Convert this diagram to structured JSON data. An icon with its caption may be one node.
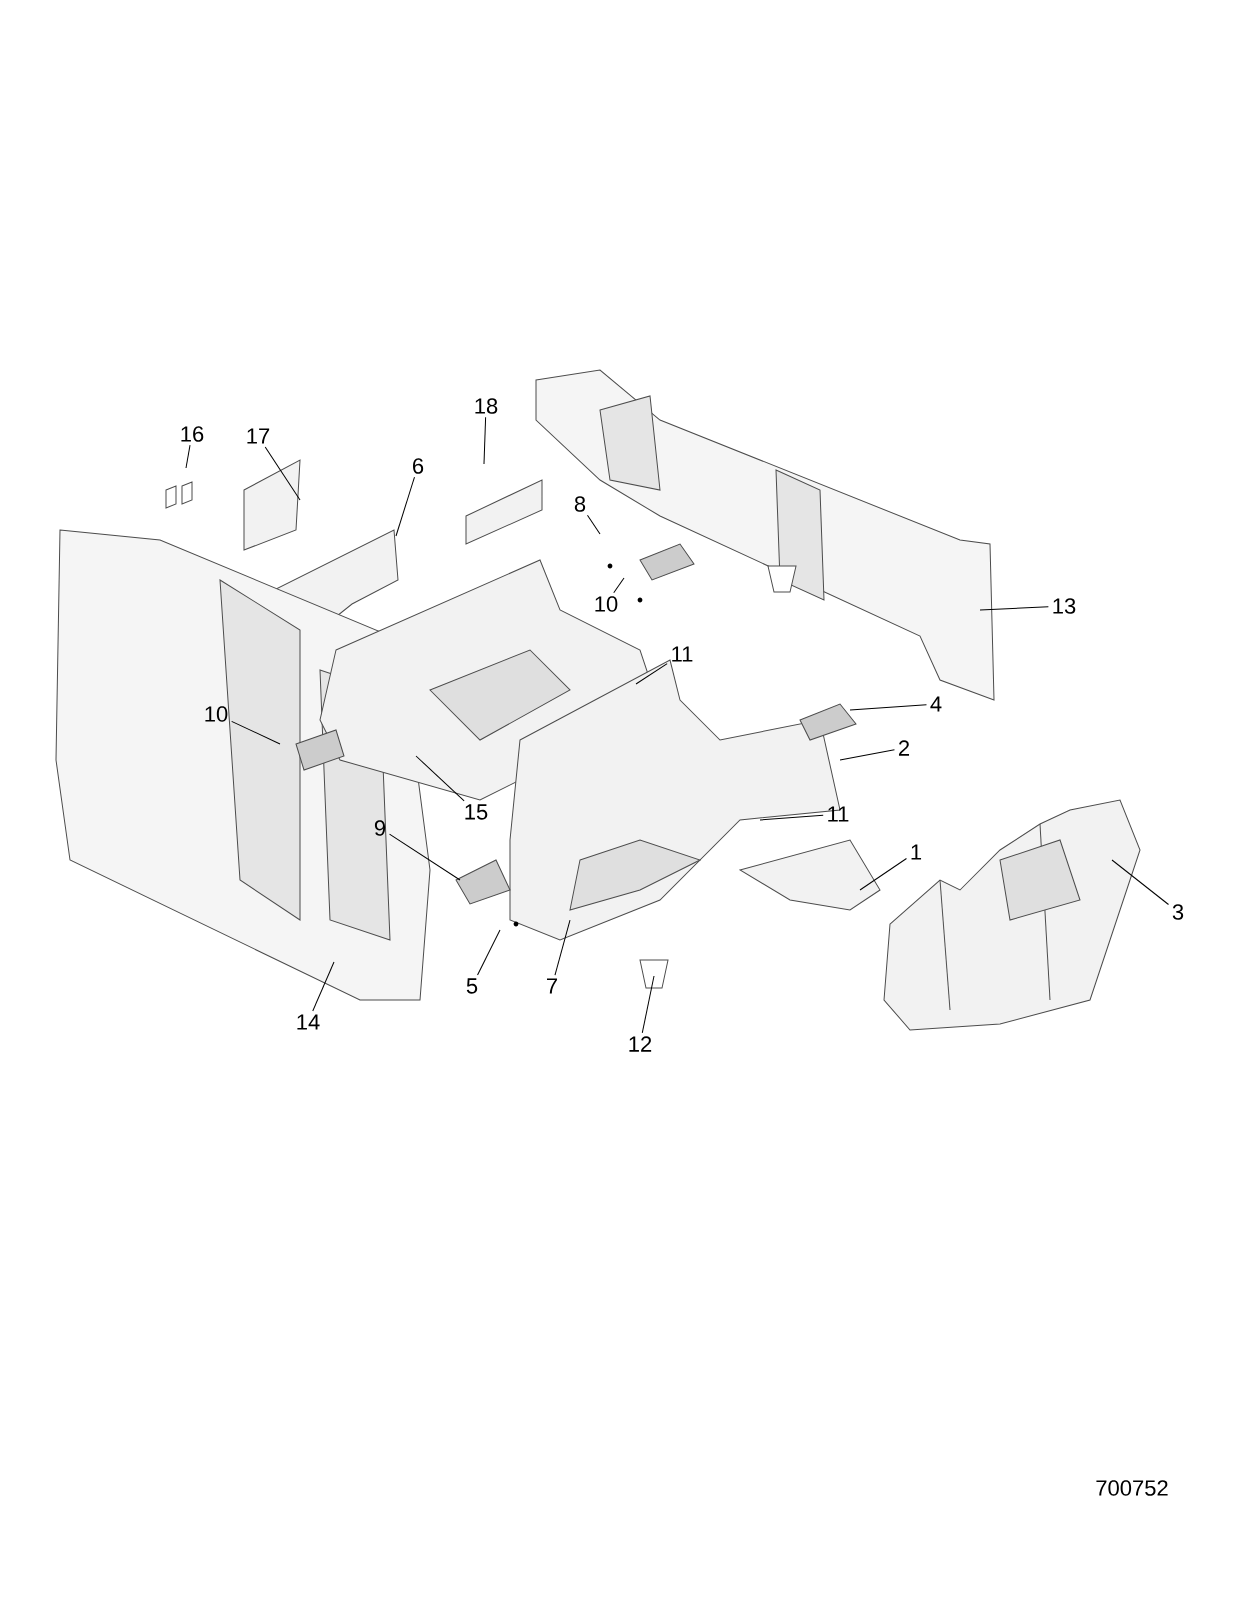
{
  "diagram": {
    "nodes": [
      {
        "text": [
          "16"
        ]
      },
      {
        "text": [
          "17"
        ]
      },
      {
        "text": [
          "6"
        ]
      },
      {
        "text": [
          "18"
        ]
      },
      {
        "text": [
          "8"
        ]
      },
      {
        "text": [
          "10"
        ]
      },
      {
        "text": [
          "13"
        ]
      },
      {
        "text": [
          "11"
        ]
      },
      {
        "text": [
          "4"
        ]
      },
      {
        "text": [
          "10"
        ]
      },
      {
        "text": [
          "2"
        ]
      },
      {
        "text": [
          "15"
        ]
      },
      {
        "text": [
          "11"
        ]
      },
      {
        "text": [
          "1"
        ]
      },
      {
        "text": [
          "9"
        ]
      },
      {
        "text": [
          "3"
        ]
      },
      {
        "text": [
          "5"
        ]
      },
      {
        "text": [
          "7"
        ]
      },
      {
        "text": [
          "14"
        ]
      },
      {
        "text": [
          "12"
        ]
      }
    ],
    "edges": [
      {
        "from": 0,
        "to": null,
        "arrow": "none"
      },
      {
        "from": 1,
        "to": null,
        "arrow": "none"
      },
      {
        "from": 2,
        "to": null,
        "arrow": "none"
      },
      {
        "from": 3,
        "to": null,
        "arrow": "none"
      },
      {
        "from": 4,
        "to": null,
        "arrow": "none"
      },
      {
        "from": 5,
        "to": null,
        "arrow": "none"
      },
      {
        "from": 6,
        "to": null,
        "arrow": "none"
      },
      {
        "from": 7,
        "to": null,
        "arrow": "none"
      },
      {
        "from": 8,
        "to": null,
        "arrow": "none"
      },
      {
        "from": 9,
        "to": null,
        "arrow": "none"
      },
      {
        "from": 10,
        "to": null,
        "arrow": "none"
      },
      {
        "from": 11,
        "to": null,
        "arrow": "none"
      },
      {
        "from": 12,
        "to": null,
        "arrow": "none"
      },
      {
        "from": 13,
        "to": null,
        "arrow": "none"
      },
      {
        "from": 14,
        "to": null,
        "arrow": "none"
      },
      {
        "from": 15,
        "to": null,
        "arrow": "none"
      },
      {
        "from": 16,
        "to": null,
        "arrow": "none"
      },
      {
        "from": 17,
        "to": null,
        "arrow": "none"
      },
      {
        "from": 18,
        "to": null,
        "arrow": "none"
      },
      {
        "from": 19,
        "to": null,
        "arrow": "none"
      }
    ],
    "labels": [
      "700752"
    ]
  }
}
